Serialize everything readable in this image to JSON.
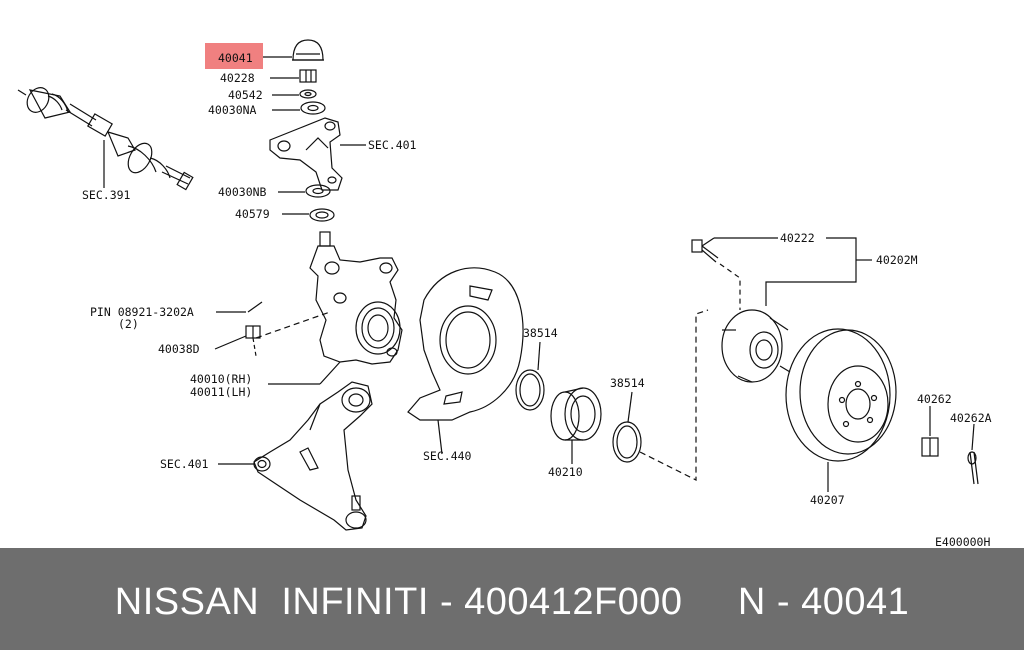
{
  "highlight_color": "#f08080",
  "parts": {
    "p40041": "40041",
    "p40228": "40228",
    "p40542": "40542",
    "p40030NA": "40030NA",
    "sec401_top": "SEC.401",
    "p40030NB": "40030NB",
    "p40579": "40579",
    "sec391": "SEC.391",
    "pin_line1": "PIN 08921-3202A",
    "pin_line2": "(2)",
    "p40038D": "40038D",
    "p40010": "40010(RH)",
    "p40011": "40011(LH)",
    "sec401_bottom": "SEC.401",
    "sec440": "SEC.440",
    "p38514_a": "38514",
    "p38514_b": "38514",
    "p40210": "40210",
    "p40222": "40222",
    "p40202M": "40202M",
    "p40262": "40262",
    "p40262A": "40262A",
    "p40207": "40207"
  },
  "diagram_code": "E400000H",
  "footer": {
    "title": "NISSAN  INFINITI - 400412F000     N - 40041"
  }
}
